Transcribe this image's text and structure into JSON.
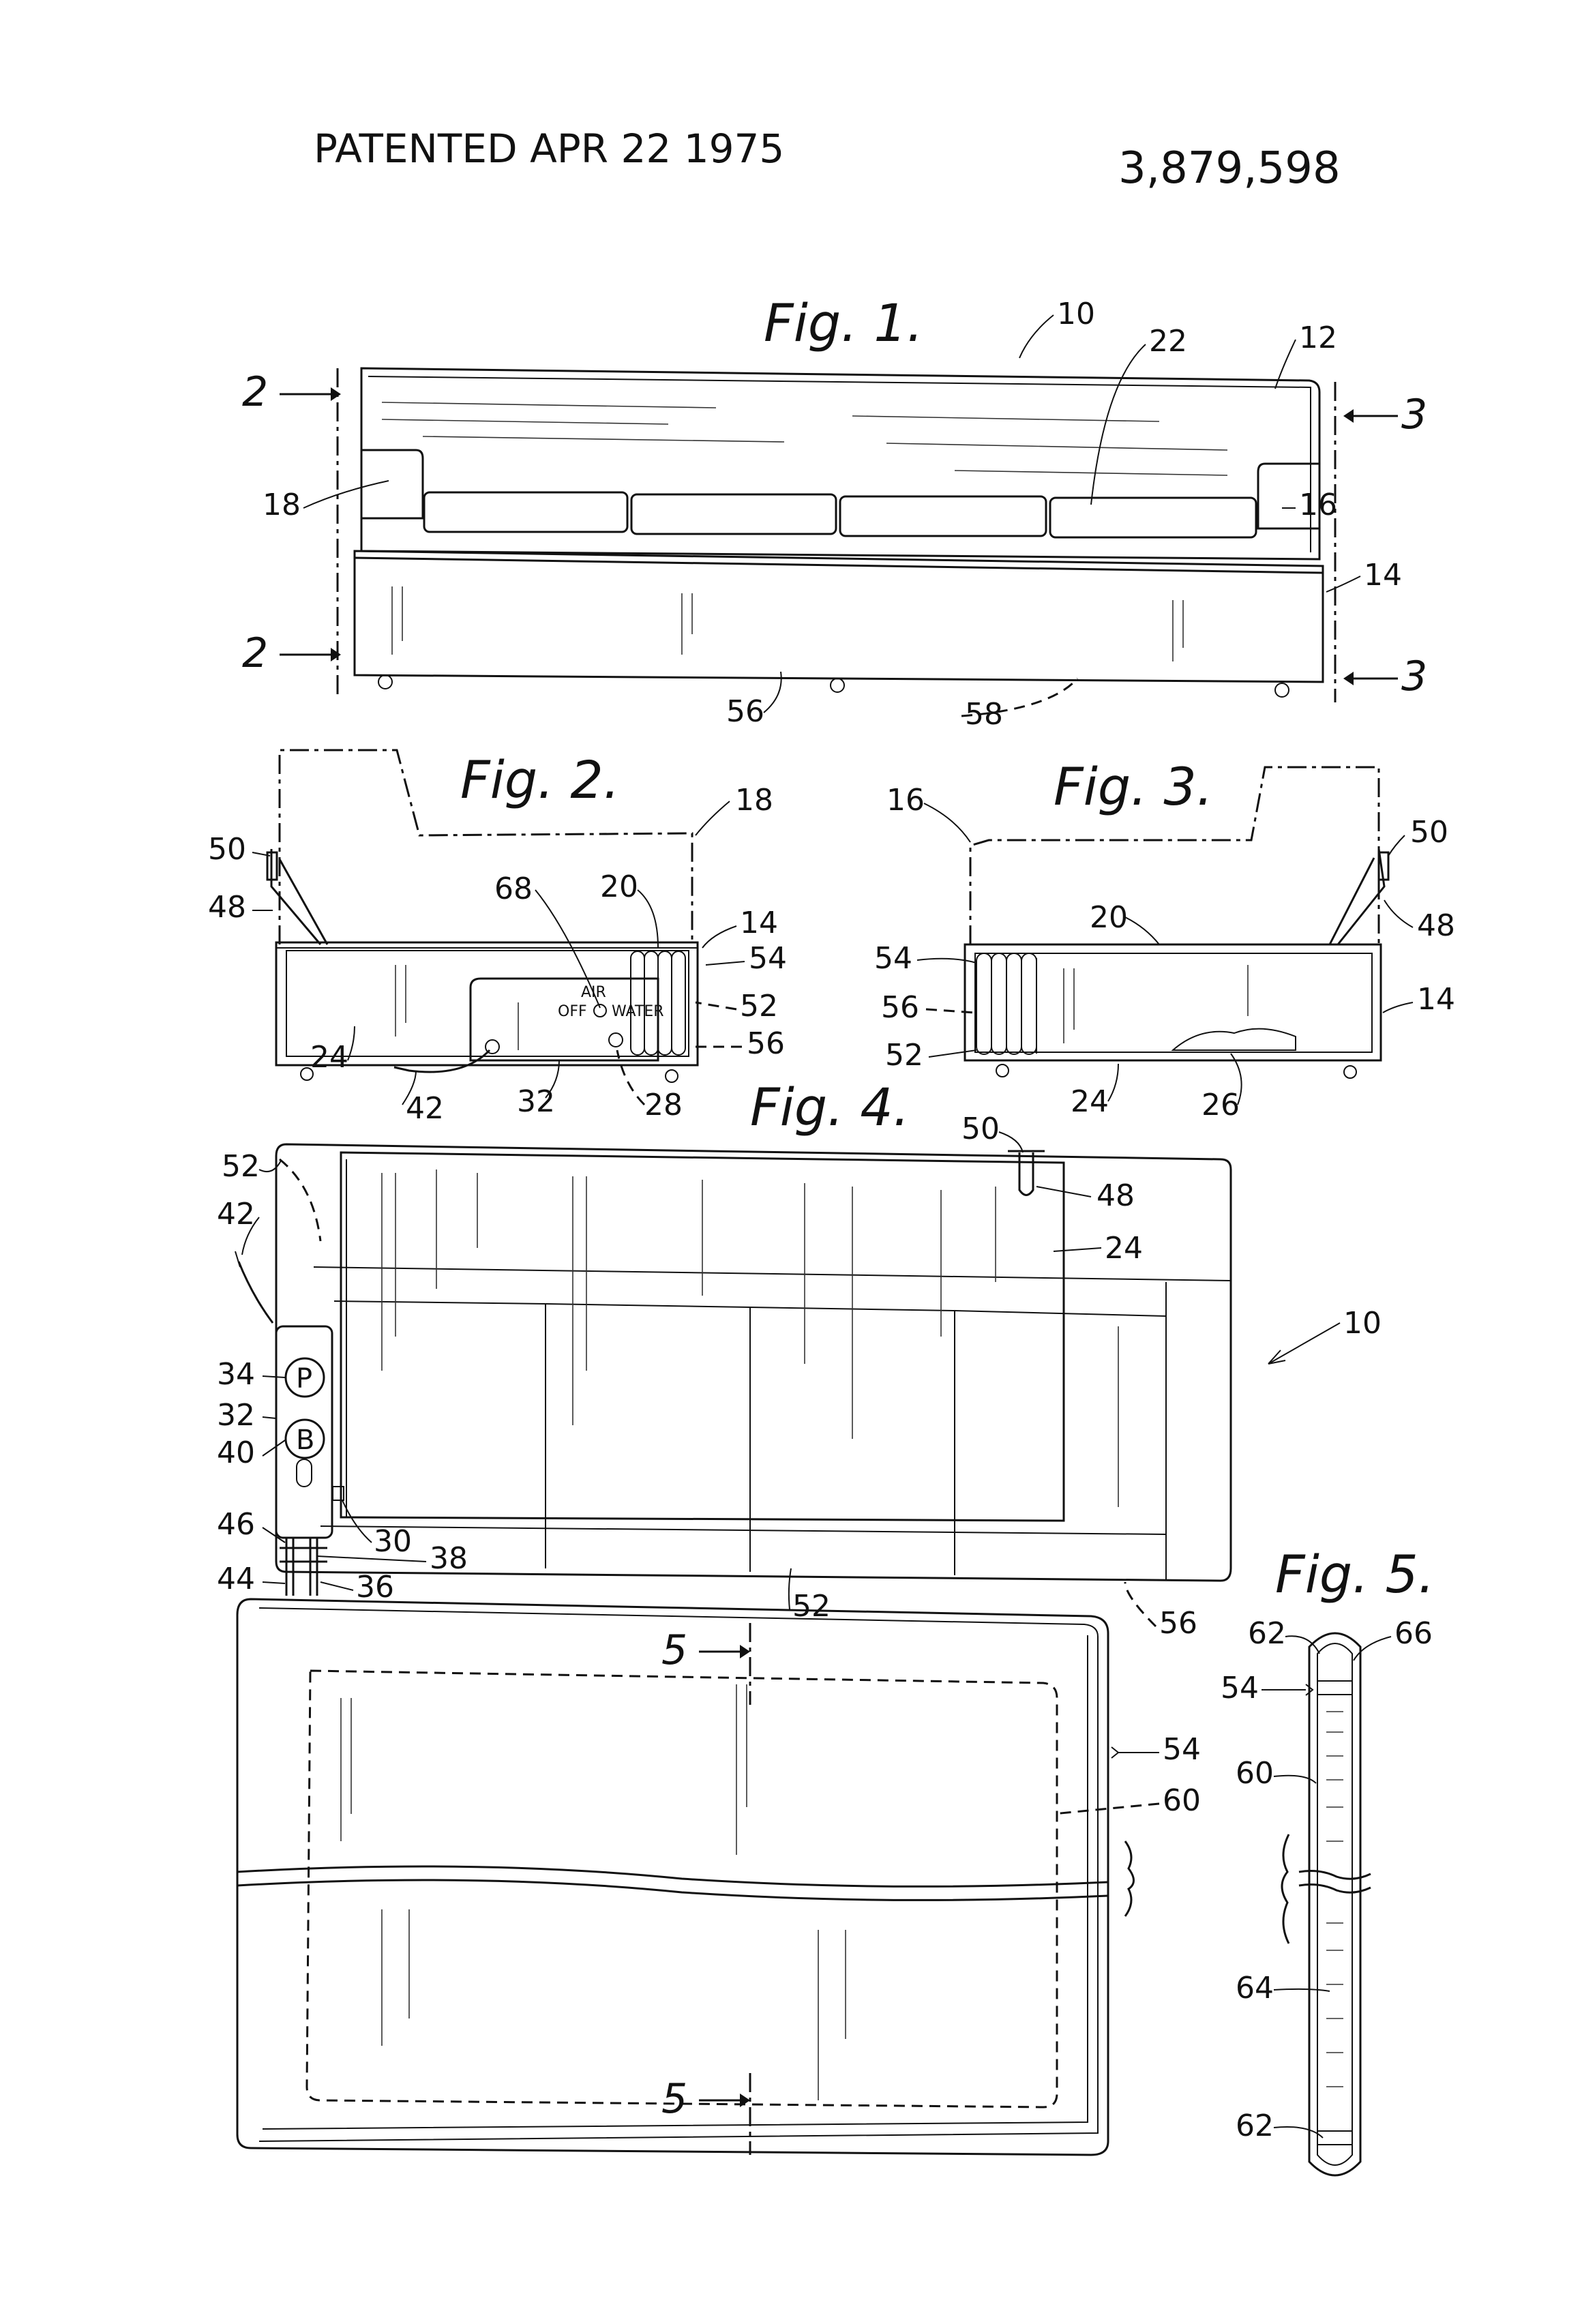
{
  "header": {
    "patented": "PATENTED APR 22 1975",
    "patent_number": "3,879,598"
  },
  "figures": {
    "fig1": {
      "title": "Fig. 1.",
      "refs": [
        "10",
        "22",
        "12",
        "18",
        "16",
        "14",
        "56",
        "58"
      ],
      "section_left": "2",
      "section_right": "3"
    },
    "fig2": {
      "title": "Fig. 2.",
      "refs": [
        "18",
        "50",
        "48",
        "68",
        "20",
        "14",
        "54",
        "52",
        "56",
        "24",
        "42",
        "32",
        "28"
      ]
    },
    "fig3": {
      "title": "Fig. 3.",
      "refs": [
        "16",
        "50",
        "20",
        "48",
        "54",
        "14",
        "56",
        "52",
        "24",
        "26"
      ]
    },
    "fig4": {
      "title": "Fig. 4.",
      "refs": [
        "50",
        "48",
        "24",
        "52",
        "42",
        "10",
        "34",
        "32",
        "40",
        "30",
        "46",
        "38",
        "44",
        "36",
        "52",
        "56",
        "54",
        "60"
      ],
      "section": "5"
    },
    "fig5": {
      "title": "Fig. 5.",
      "refs": [
        "62",
        "66",
        "54",
        "60",
        "64",
        "62"
      ]
    }
  },
  "control_panel": {
    "air": "AIR",
    "off": "OFF",
    "water": "WATER",
    "pump_symbol": "P",
    "blower_symbol": "B"
  },
  "colors": {
    "ink": "#111111",
    "paper": "#ffffff"
  }
}
